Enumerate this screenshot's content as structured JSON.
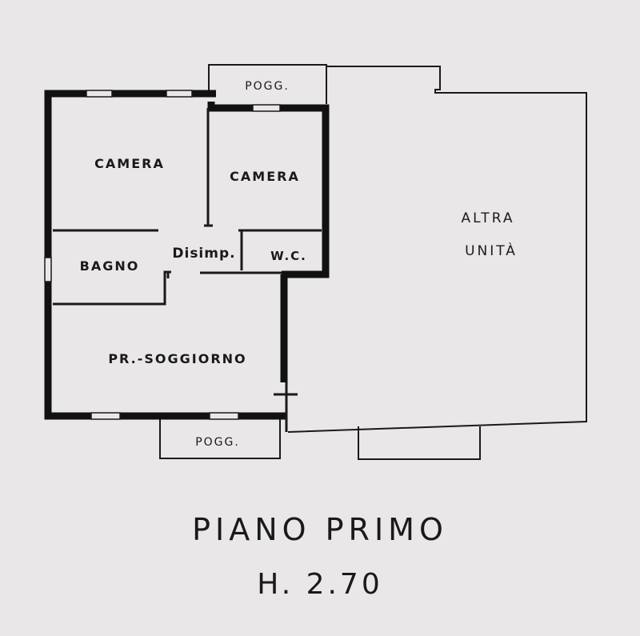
{
  "plan": {
    "rooms": {
      "camera_1": "CAMERA",
      "camera_2": "CAMERA",
      "disimpegno": "Disimp.",
      "wc": "W.C.",
      "bagno": "BAGNO",
      "soggiorno": "PR.-SOGGIORNO",
      "altra_unita_line1": "ALTRA",
      "altra_unita_line2": "UNITÀ"
    },
    "balconies": {
      "top": "POGG.",
      "bottom": "POGG."
    },
    "title": "PIANO PRIMO",
    "height": "H. 2.70"
  }
}
